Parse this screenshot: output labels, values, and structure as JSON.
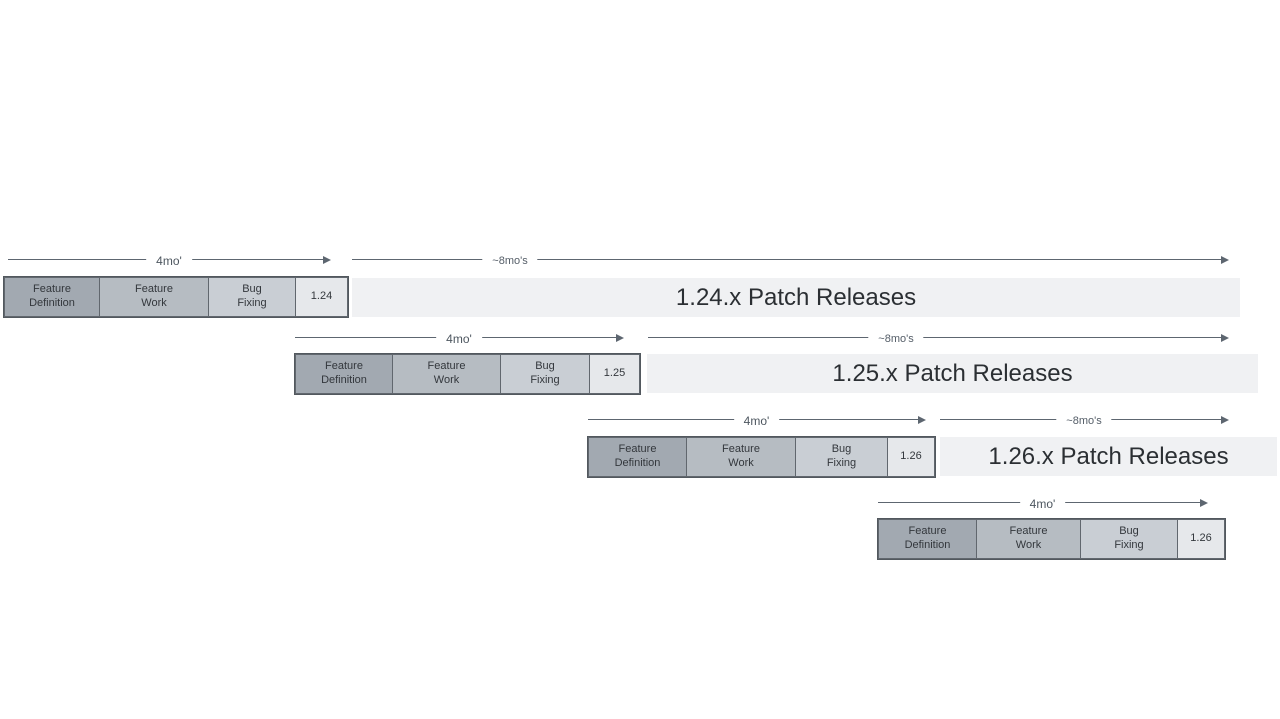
{
  "diagram": {
    "phase_labels": [
      "Feature Definition",
      "Feature Work",
      "Bug Fixing"
    ],
    "dev_duration_label": "4mo'",
    "patch_duration_label": "~8mo's",
    "rows": [
      {
        "version": "1.24",
        "patch_label": "1.24.x Patch Releases"
      },
      {
        "version": "1.25",
        "patch_label": "1.25.x Patch Releases"
      },
      {
        "version": "1.26",
        "patch_label": "1.26.x Patch Releases"
      },
      {
        "version": "1.26",
        "patch_label": ""
      }
    ],
    "colors": {
      "feature_definition": "#a2a9b1",
      "feature_work": "#b6bcc2",
      "bug_fixing": "#c9ced4",
      "version_box": "#e6e8eb",
      "patch_bar": "#f0f1f3",
      "arrow": "#5d6670",
      "box_border": "#61676e",
      "text_dark": "#33373c",
      "patch_text": "#2b2f33",
      "background": "#ffffff"
    }
  }
}
